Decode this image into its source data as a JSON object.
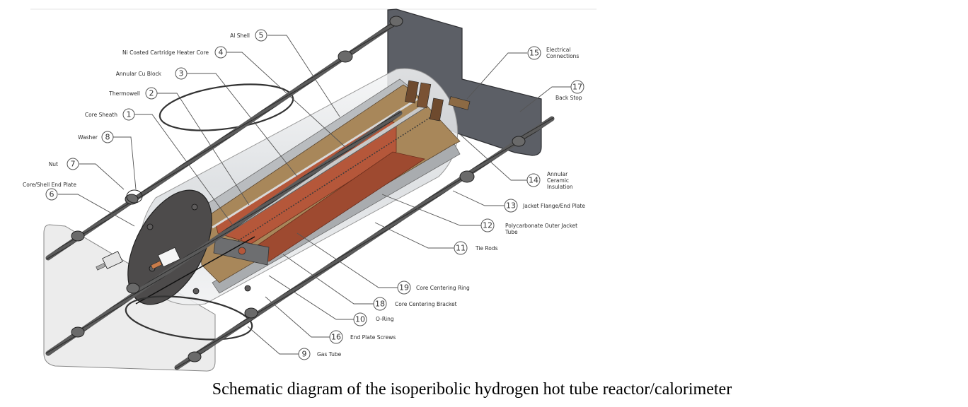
{
  "caption": "Schematic diagram of the isoperibolic hydrogen hot tube reactor/calorimeter",
  "colors": {
    "rod": "#4a4a4a",
    "back_stop": "#5c5f66",
    "end_plate": "#4d4b4b",
    "ceramic": "#a8875a",
    "copper": "#b5573a",
    "jacket": "#e6e8ea"
  },
  "callouts": [
    {
      "num": "1",
      "label": "Core Sheath"
    },
    {
      "num": "2",
      "label": "Thermowell"
    },
    {
      "num": "3",
      "label": "Annular Cu Block"
    },
    {
      "num": "4",
      "label": "Ni Coated Cartridge Heater Core"
    },
    {
      "num": "5",
      "label": "Al Shell"
    },
    {
      "num": "6",
      "label": "Core/Shell End Plate"
    },
    {
      "num": "7",
      "label": "Nut"
    },
    {
      "num": "8",
      "label": "Washer"
    },
    {
      "num": "9",
      "label": "Gas Tube"
    },
    {
      "num": "10",
      "label": "O-Ring"
    },
    {
      "num": "11",
      "label": "Tie Rods"
    },
    {
      "num": "12",
      "label": "Polycarbonate Outer Jacket",
      "label2": "Tube"
    },
    {
      "num": "13",
      "label": "Jacket Flange/End Plate"
    },
    {
      "num": "14",
      "label": "Annular",
      "label2": "Ceramic",
      "label3": "Insulation"
    },
    {
      "num": "15",
      "label": "Electrical",
      "label2": "Connections"
    },
    {
      "num": "16",
      "label": "End Plate Screws"
    },
    {
      "num": "17",
      "label": "Back Stop"
    },
    {
      "num": "18",
      "label": "Core Centering Bracket"
    },
    {
      "num": "19",
      "label": "Core Centering Ring"
    }
  ]
}
